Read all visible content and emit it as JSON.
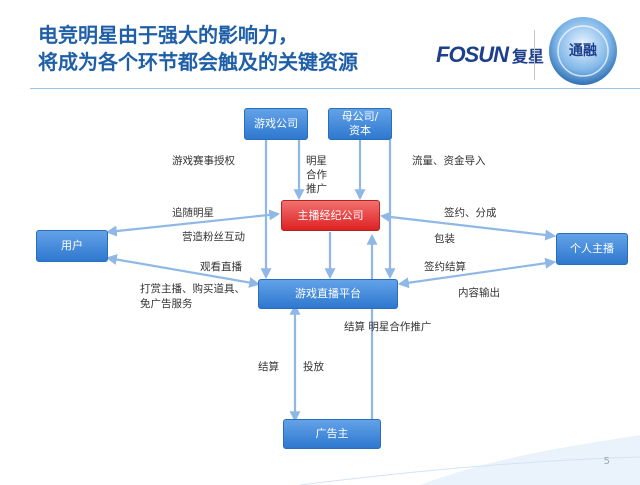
{
  "title": {
    "line1": "电竞明星由于强大的影响力，",
    "line2": "将成为各个环节都会触及的关键资源"
  },
  "logo": {
    "brand": "FOSUN",
    "brand_cn": "复星",
    "badge_text": "通融"
  },
  "nodes": {
    "game_company": "游戏公司",
    "parent_company": "母公司/资本",
    "agency": "主播经纪公司",
    "users": "用户",
    "personal_streamer": "个人主播",
    "platform": "游戏直播平台",
    "advertiser": "广告主"
  },
  "edges": {
    "esports_license": "游戏赛事授权",
    "star_cooperation": "明星合作推广",
    "traffic_capital": "流量、资金导入",
    "follow_stars": "追随明星",
    "fan_interaction": "营造粉丝互动",
    "sign_share": "签约、分成",
    "packaging": "包装",
    "watch_live": "观看直播",
    "tip_buy": "打赏主播、购买道具、免广告服务",
    "sign_settle": "签约结算",
    "content_output": "内容输出",
    "settle_star_coop": "结算  明星合作推广",
    "settle": "结算",
    "invest": "投放"
  },
  "page_number": "5",
  "colors": {
    "title": "#1f5fa8",
    "node_blue": "#3e86d8",
    "node_red": "#e03a3a",
    "arrow": "#8fb8e6",
    "logo": "#1d3f8c"
  }
}
